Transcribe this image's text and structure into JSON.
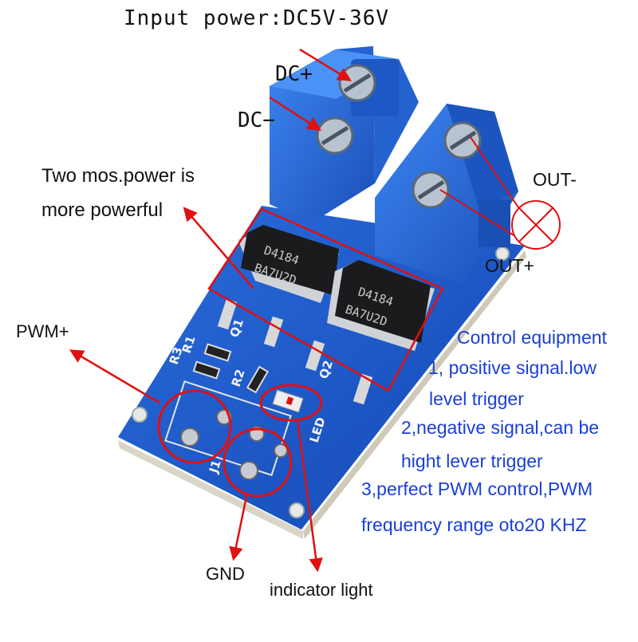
{
  "title": "Input power:DC5V-36V",
  "labels": {
    "dc_plus": "DC+",
    "dc_minus": "DC−",
    "two_mos_line1": "Two mos.power is",
    "two_mos_line2": "more powerful",
    "out_minus": "OUT-",
    "out_plus": "OUT+",
    "pwm_plus": "PWM+",
    "gnd": "GND",
    "indicator_light": "indicator light"
  },
  "control": {
    "heading": "Control equipment",
    "line1a": "1, positive signal.low",
    "line1b": "level trigger",
    "line2a": "2,negative signal,can be",
    "line2b": "hight lever trigger",
    "line3a": "3,perfect PWM control,PWM",
    "line3b": "frequency range oto20 KHZ"
  },
  "board": {
    "chip_line1": "D4184",
    "chip_line2": "BA7U2D",
    "silk_q1": "Q1",
    "silk_q2": "Q2",
    "silk_r1": "R1",
    "silk_r2": "R2",
    "silk_r3": "R3",
    "silk_led": "LED",
    "silk_j1": "J1"
  },
  "colors": {
    "pcb": "#1f5fd0",
    "terminal": "#2a6fe0",
    "arrow": "#e01010",
    "annotation_text": "#1a3fd6"
  }
}
